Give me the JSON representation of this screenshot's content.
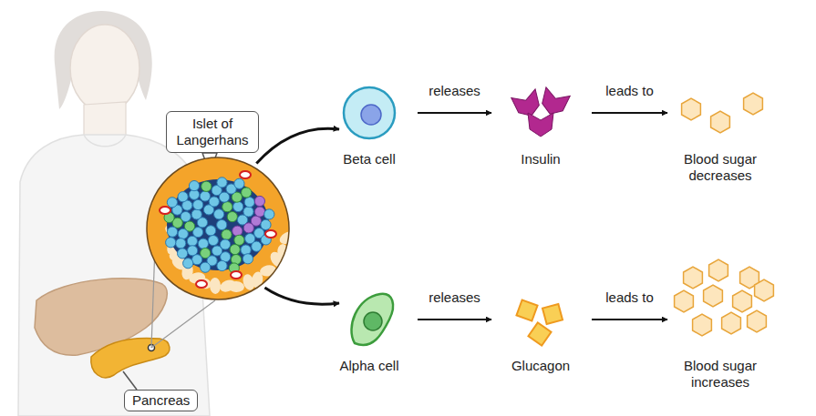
{
  "diagram": {
    "nodes": [
      {
        "text": [
          "Islet of Langerhans"
        ]
      },
      {
        "text": [
          "Pancreas"
        ]
      },
      {
        "text": [
          "Beta cell"
        ]
      },
      {
        "text": [
          "Insulin"
        ]
      },
      {
        "text": [
          "Blood sugar decreases"
        ]
      },
      {
        "text": [
          "Alpha cell"
        ]
      },
      {
        "text": [
          "Glucagon"
        ]
      },
      {
        "text": [
          "Blood sugar increases"
        ]
      }
    ],
    "edges": [
      {
        "from": 0,
        "to": 2,
        "arrow": "to"
      },
      {
        "from": 2,
        "to": 3,
        "label": "releases",
        "arrow": "to"
      },
      {
        "from": 3,
        "to": 4,
        "label": "leads to",
        "arrow": "to"
      },
      {
        "from": 0,
        "to": 5,
        "arrow": "to"
      },
      {
        "from": 5,
        "to": 6,
        "label": "releases",
        "arrow": "to"
      },
      {
        "from": 6,
        "to": 7,
        "label": "leads to",
        "arrow": "to"
      }
    ]
  }
}
